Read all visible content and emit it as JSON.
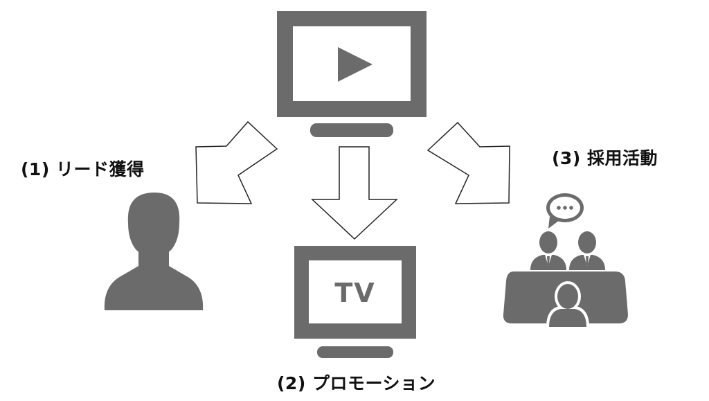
{
  "colors": {
    "icon_gray": "#6b6b6b",
    "screen_white": "#ffffff",
    "arrow_stroke": "#222222",
    "arrow_fill": "#ffffff",
    "text": "#111111"
  },
  "center": {
    "icon": "video-monitor-play-icon"
  },
  "branches": [
    {
      "label": "(1)  リード獲得",
      "icon": "person-silhouette-icon"
    },
    {
      "label": "(2)  プロモーション",
      "icon": "tv-monitor-icon",
      "screen_text": "TV"
    },
    {
      "label": "(3)  採用活動",
      "icon": "interview-meeting-icon"
    }
  ]
}
